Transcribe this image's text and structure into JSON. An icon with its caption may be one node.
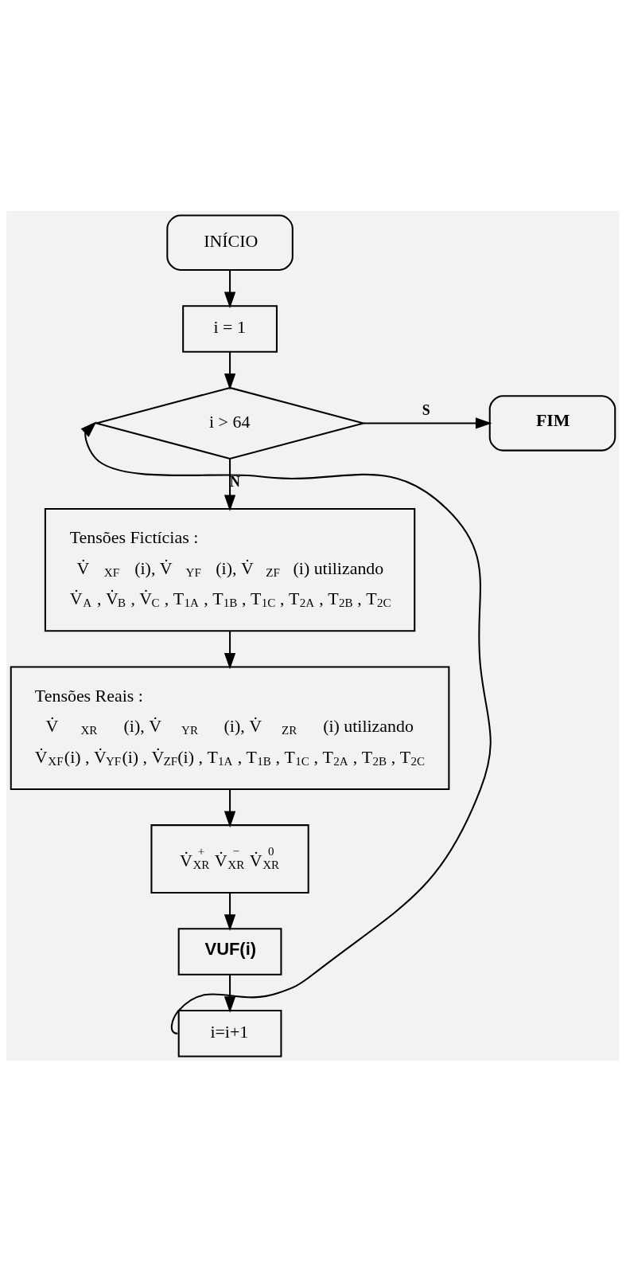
{
  "diagram": {
    "nodes": [
      {
        "text": [
          "INÍCIO"
        ]
      },
      {
        "text": [
          "i = 1"
        ]
      },
      {
        "text": [
          "i > 64"
        ]
      },
      {
        "text": [
          "FIM"
        ]
      },
      {
        "text": [
          "Tensões Fictícias :",
          "V̇$_{XF}$(i), V̇$_{YF}$(i), V̇$_{ZF}$(i) utilizando",
          "V̇$_{A}$ , V̇$_{B}$ , V̇$_{C}$ , T$_{1A}$ , T$_{1B}$ , T$_{1C}$ , T$_{2A}$ , T$_{2B}$ , T$_{2C}$"
        ]
      },
      {
        "text": [
          "Tensões Reais :",
          "V̇$_{XR}$ (i), V̇$_{YR}$ (i), V̇$_{ZR}$ (i) utilizando",
          "V̇$_{XF}$(i) , V̇$_{YF}$(i) , V̇$_{ZF}$(i) , T$_{1A}$ , T$_{1B}$ , T$_{1C}$ , T$_{2A}$ , T$_{2B}$ , T$_{2C}$"
        ]
      },
      {
        "text": [
          "V̇$^{+}$$_{XR}$ V̇$^{−}$$_{XR}$ V̇$^{0}$$_{XR}$"
        ]
      },
      {
        "text": [
          "VUF(i)"
        ]
      },
      {
        "text": [
          "i=i+1"
        ]
      }
    ],
    "edges": [
      {
        "from": 0,
        "to": 1,
        "arrow": "to"
      },
      {
        "from": 1,
        "to": 2,
        "arrow": "to"
      },
      {
        "from": 2,
        "to": 3,
        "arrow": "to",
        "label": "S"
      },
      {
        "from": 2,
        "to": 4,
        "arrow": "to",
        "label": "N"
      },
      {
        "from": 4,
        "to": 5,
        "arrow": "to"
      },
      {
        "from": 5,
        "to": 6,
        "arrow": "to"
      },
      {
        "from": 6,
        "to": 7,
        "arrow": "to"
      },
      {
        "from": 7,
        "to": 8,
        "arrow": "to"
      },
      {
        "from": 8,
        "to": 2,
        "arrow": "to"
      }
    ]
  }
}
